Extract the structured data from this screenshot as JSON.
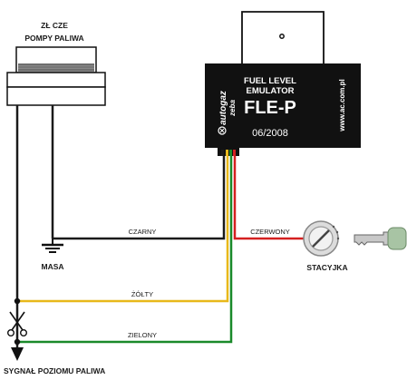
{
  "pump": {
    "title_line1": "ZŁ  CZE",
    "title_line2": "POMPY PALIWA"
  },
  "ground": {
    "label": "MASA"
  },
  "module": {
    "line1": "FUEL LEVEL",
    "line2": "EMULATOR",
    "model": "FLE-P",
    "date": "06/2008",
    "website": "www.ac.com.pl",
    "brand": "autogaz",
    "brand_suffix": "zeba",
    "color": "#111111"
  },
  "wires": {
    "black": {
      "label": "CZARNY",
      "color": "#1a1a1a"
    },
    "red": {
      "label": "CZERWONY",
      "color": "#d42020"
    },
    "yellow": {
      "label": "ŻÓŁTY",
      "color": "#e8b81a"
    },
    "green": {
      "label": "ZIELONY",
      "color": "#1a8a2a"
    }
  },
  "ignition": {
    "label": "STACYJKA"
  },
  "signal": {
    "label": "SYGNAŁ POZIOMU PALIWA"
  },
  "icons": [
    "scissors-icon",
    "key-icon",
    "ignition-lock-icon",
    "ground-icon",
    "arrow-down-icon"
  ]
}
